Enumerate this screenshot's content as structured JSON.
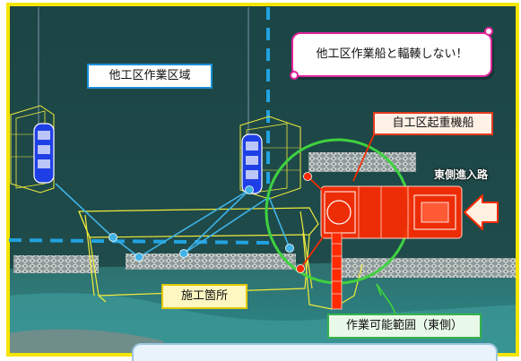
{
  "labels": {
    "other_zone": "他工区作業区域",
    "no_interference": "他工区作業船と輻輳しない！",
    "own_crane_ship": "自工区起重機船",
    "east_approach": "東側進入路",
    "construction_site": "施工箇所",
    "workable_range": "作業可能範囲（東側）"
  },
  "colors": {
    "frame": "#f6e500",
    "sea_dark": "#1e4747",
    "sea_shallow": "#3a8c8c",
    "boundary": "#21a3e0",
    "link": "#3fb3e6",
    "range_circle": "#3fd23f",
    "crane_ship": "#ff2a00",
    "work_ship": "#1f3fe6",
    "outline": "#f2ec3a"
  },
  "icons": [
    "crane-ship-icon",
    "work-ship-icon",
    "arrow-right-icon"
  ]
}
